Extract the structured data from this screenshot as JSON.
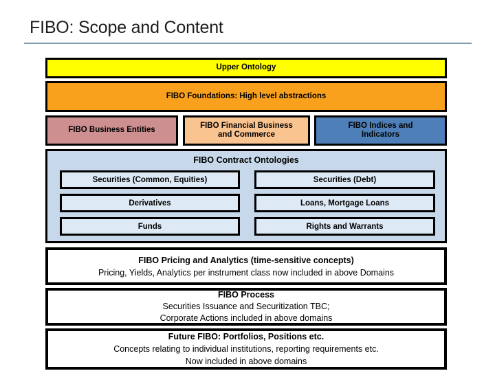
{
  "slide_title": "FIBO: Scope and Content",
  "colors": {
    "upper_ontology": "#FFFF00",
    "foundations": "#F9A11C",
    "business_entities": "#CE8F90",
    "financial_business": "#FAC491",
    "indices_indicators": "#4E7FB8",
    "contract_container": "#C6D8EA",
    "contract_cell": "#DDE9F5",
    "bottom_box": "#FFFFFF",
    "title_underline": "#7E99AA"
  },
  "boxes": {
    "upper_ontology": "Upper Ontology",
    "foundations": "FIBO Foundations: High level abstractions",
    "business_entities": "FIBO Business Entities",
    "financial_business": "FIBO Financial Business and Commerce",
    "indices_indicators": "FIBO Indices and Indicators"
  },
  "contract_ontologies": {
    "title": "FIBO Contract Ontologies",
    "cells": [
      [
        "Securities (Common, Equities)",
        "Securities (Debt)"
      ],
      [
        "Derivatives",
        "Loans, Mortgage Loans"
      ],
      [
        "Funds",
        "Rights and Warrants"
      ]
    ]
  },
  "pricing_analytics": {
    "heading": "FIBO Pricing and Analytics (time-sensitive concepts)",
    "line2": "Pricing, Yields, Analytics per instrument class now included in above Domains"
  },
  "process": {
    "heading": "FIBO Process",
    "line2": "Securities Issuance and Securitization TBC;",
    "line3": "Corporate Actions included in above domains"
  },
  "future": {
    "heading": "Future FIBO: Portfolios, Positions etc.",
    "line2": "Concepts relating to individual institutions, reporting requirements etc.",
    "line3": "Now included in above domains"
  }
}
